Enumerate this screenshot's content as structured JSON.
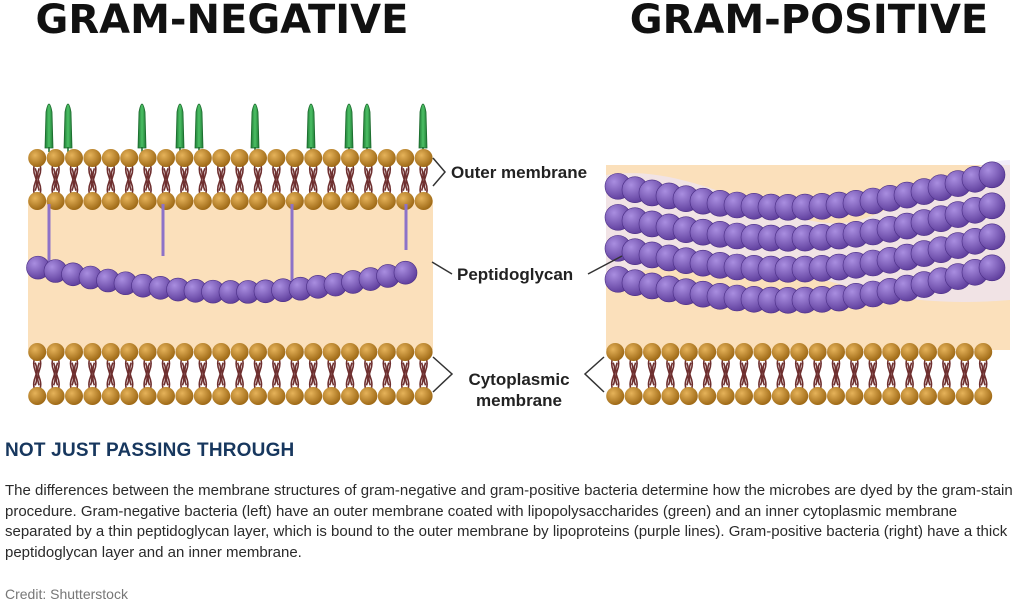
{
  "titles": {
    "left": "GRAM-NEGATIVE",
    "right": "GRAM-POSITIVE"
  },
  "labels": {
    "outer_membrane": "Outer membrane",
    "peptidoglycan": "Peptidoglycan",
    "cytoplasmic_line1": "Cytoplasmic",
    "cytoplasmic_line2": "membrane"
  },
  "heading": "NOT JUST PASSING THROUGH",
  "caption": "The differences between the membrane structures of gram-negative and gram-positive bacteria determine how the microbes are dyed by the gram-stain procedure. Gram-negative bacteria (left) have an outer membrane coated with lipopolysaccharides (green) and an inner cytoplasmic membrane separated by a thin peptidoglycan layer, which is bound to the outer membrane by lipoproteins (purple lines). Gram-positive bacteria (right) have a thick peptidoglycan layer and an inner membrane.",
  "credit": "Credit: Shutterstock",
  "colors": {
    "lipid_head": "#b8801f",
    "lipid_tail": "#6e2f2f",
    "periplasm": "#fbe0bb",
    "peptidoglycan": "#7a55b8",
    "lipopolysaccharide": "#2e9a48",
    "heading": "#17375e"
  }
}
